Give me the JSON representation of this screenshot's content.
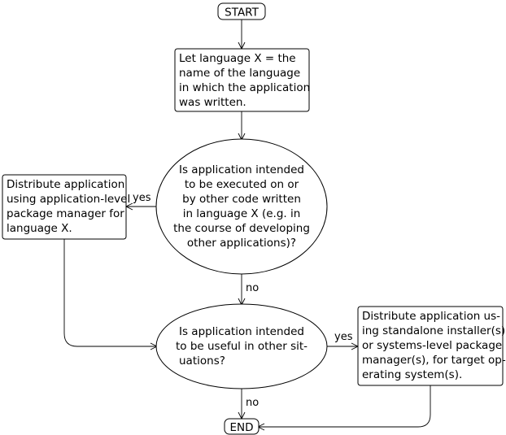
{
  "nodes": {
    "start": {
      "lines": [
        "START"
      ]
    },
    "let_language": {
      "lines": [
        "Let language X = the",
        "name of the language",
        "in which the application",
        "was written."
      ]
    },
    "is_executed_by_code": {
      "lines": [
        "Is application intended",
        "to be executed on or",
        "by other code written",
        "in language X (e.g. in",
        "the course of developing",
        "other applications)?"
      ]
    },
    "distribute_app_level": {
      "lines": [
        "Distribute application",
        "using application-level",
        "package manager for",
        "language X."
      ]
    },
    "is_useful_other": {
      "lines": [
        "Is application intended",
        "to be useful in other sit-",
        "uations?"
      ]
    },
    "distribute_standalone": {
      "lines": [
        "Distribute application us-",
        "ing standalone installer(s),",
        "or systems-level package",
        "manager(s), for target op-",
        "erating system(s)."
      ]
    },
    "end": {
      "lines": [
        "END"
      ]
    }
  },
  "edges": {
    "yes_app_level": "yes",
    "no_useful": "no",
    "yes_standalone": "yes",
    "no_end": "no"
  }
}
